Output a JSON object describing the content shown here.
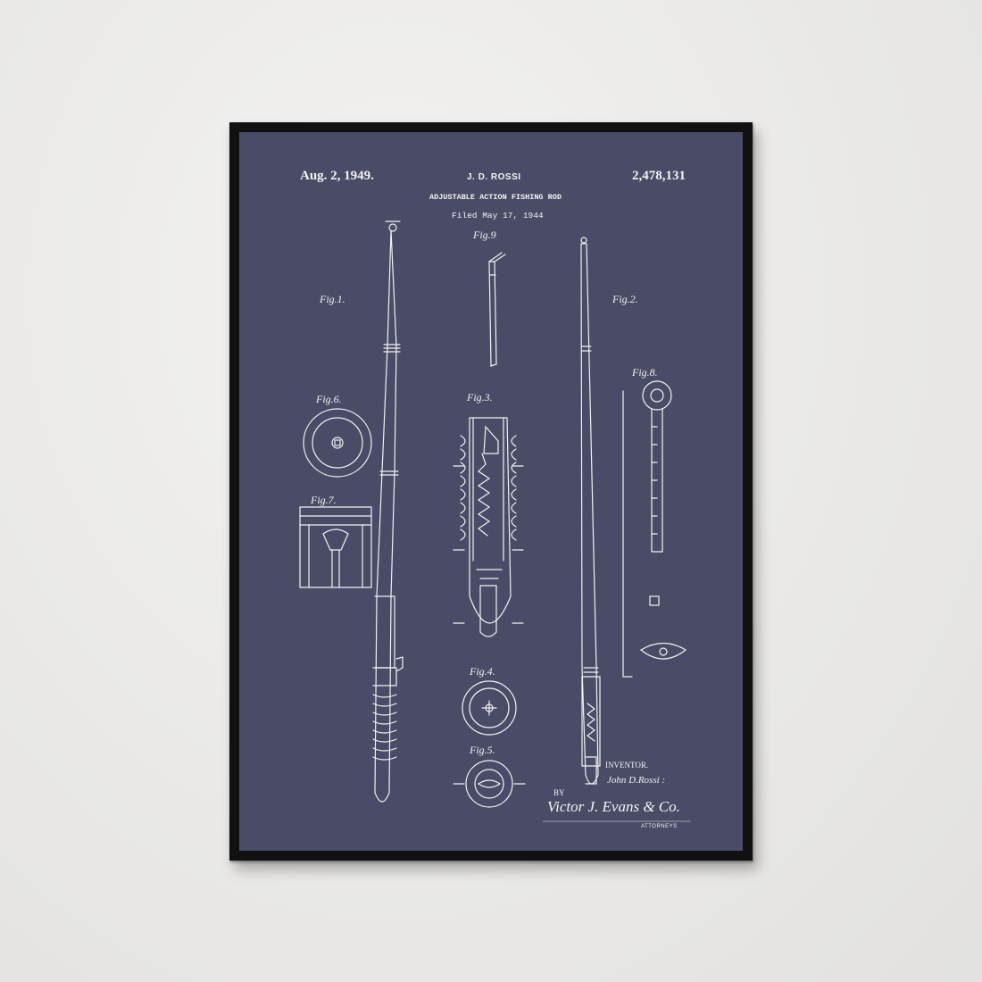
{
  "poster": {
    "date": "Aug. 2, 1949.",
    "inventor_header": "J. D. ROSSI",
    "patent_number": "2,478,131",
    "title": "ADJUSTABLE ACTION FISHING ROD",
    "filed": "Filed May 17, 1944",
    "figures": {
      "fig1": "Fig.1.",
      "fig2": "Fig.2.",
      "fig3": "Fig.3.",
      "fig4": "Fig.4.",
      "fig5": "Fig.5.",
      "fig6": "Fig.6.",
      "fig7": "Fig.7.",
      "fig8": "Fig.8.",
      "fig9": "Fig.9"
    },
    "inventor_label": "INVENTOR.",
    "inventor_name": "John D.Rossi :",
    "by_label": "BY",
    "attorney_signature": "Victor J. Evans & Co.",
    "attorneys_label": "ATTORNEYS"
  },
  "colors": {
    "wall": "#ecebe9",
    "frame": "#111111",
    "paper": "#4a4b66",
    "ink": "#f4f4f4"
  }
}
